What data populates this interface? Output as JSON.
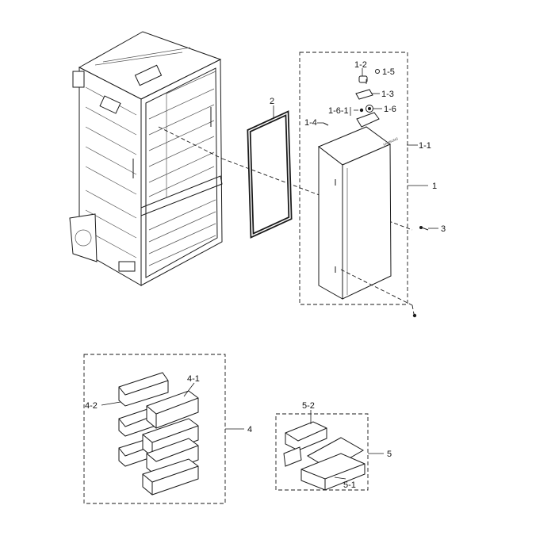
{
  "labels": {
    "p1": "1",
    "p1_1": "1-1",
    "p1_2": "1-2",
    "p1_3": "1-3",
    "p1_4": "1-4",
    "p1_5": "1-5",
    "p1_6": "1-6",
    "p1_6_1": "1-6-1",
    "p2": "2",
    "p3": "3",
    "p4": "4",
    "p4_1": "4-1",
    "p4_2": "4-2",
    "p5": "5",
    "p5_1": "5-1",
    "p5_2": "5-2"
  },
  "door_brand": "SAMSUNG",
  "colors": {
    "line": "#1a1a1a",
    "background": "#ffffff"
  }
}
